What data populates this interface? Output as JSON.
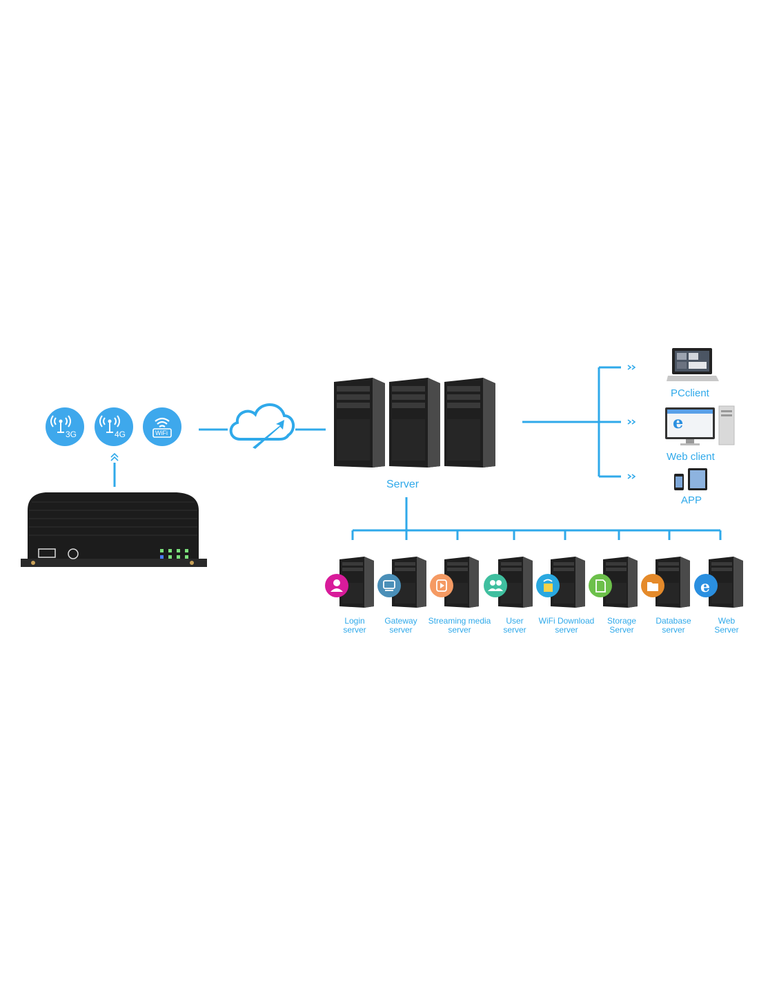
{
  "network": {
    "badge_3g": "3G",
    "badge_4g": "4G",
    "badge_wifi": "WiFi"
  },
  "main_server": {
    "label": "Server"
  },
  "clients": [
    {
      "label": "PCclient",
      "icon": "laptop-icon"
    },
    {
      "label": "Web client",
      "icon": "browser-monitor-icon"
    },
    {
      "label": "APP",
      "icon": "mobile-devices-icon"
    }
  ],
  "servers": [
    {
      "line1": "Login",
      "line2": "server",
      "icon": "user-icon",
      "color": "#d81b9a"
    },
    {
      "line1": "Gateway",
      "line2": "server",
      "icon": "gateway-icon",
      "color": "#4a8fb8"
    },
    {
      "line1": "Streaming media",
      "line2": "server",
      "icon": "play-icon",
      "color": "#f59a63"
    },
    {
      "line1": "User",
      "line2": "server",
      "icon": "users-icon",
      "color": "#3fbf9f"
    },
    {
      "line1": "WiFi Download",
      "line2": "server",
      "icon": "wifi-download-icon",
      "color": "#29a8e0"
    },
    {
      "line1": "Storage",
      "line2": "Server",
      "icon": "sd-card-icon",
      "color": "#6cc04a"
    },
    {
      "line1": "Database",
      "line2": "server",
      "icon": "folder-icon",
      "color": "#e58a2a"
    },
    {
      "line1": "Web",
      "line2": "Server",
      "icon": "ie-browser-icon",
      "color": "#2a8fe0"
    }
  ],
  "colors": {
    "line": "#2fa9ea",
    "label": "#2fa9ea",
    "badge": "#3ea8ec"
  }
}
